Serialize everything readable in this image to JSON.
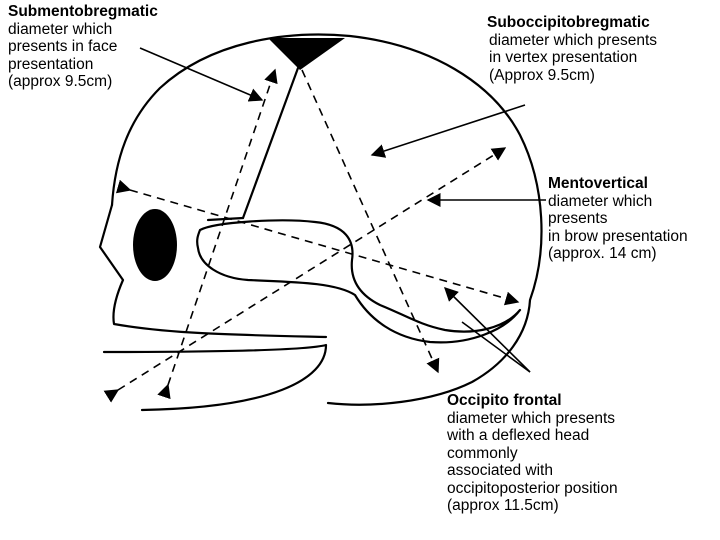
{
  "labels": {
    "submentobregmatic": {
      "title": "Submentobregmatic",
      "lines": [
        "diameter which",
        "presents in face",
        "presentation",
        "(approx 9.5cm)"
      ]
    },
    "suboccipitobregmatic": {
      "title": "Suboccipitobregmatic",
      "lines": [
        "diameter which presents",
        "in vertex presentation",
        "(Approx 9.5cm)"
      ]
    },
    "mentovertical": {
      "title": "Mentovertical",
      "lines": [
        "diameter which",
        "presents",
        "in brow presentation",
        "(approx. 14 cm)"
      ]
    },
    "occipitofrontal": {
      "title": "Occipito frontal",
      "lines": [
        "diameter which presents",
        "with a deflexed head",
        "commonly",
        "associated with",
        "occipitoposterior position",
        "(approx 11.5cm)"
      ]
    }
  }
}
